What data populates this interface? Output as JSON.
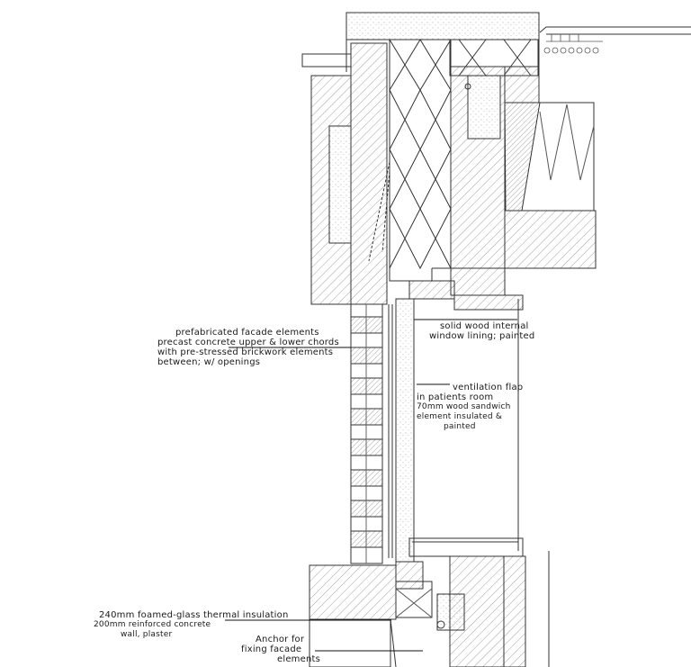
{
  "annotations": {
    "facade": {
      "line1": "prefabricated facade elements",
      "line2": "precast concrete upper & lower chords",
      "line3": "with pre-stressed brickwork elements",
      "line4": "between; w/ openings"
    },
    "lining": {
      "line1": "solid wood internal",
      "line2": "window lining; painted"
    },
    "flap": {
      "line1": "ventilation flap",
      "line2": "in patients room",
      "line3": "70mm wood sandwich",
      "line4": "element insulated &",
      "line5": "painted"
    },
    "insulation": {
      "line1": "240mm foamed-glass thermal insulation",
      "line2": "200mm reinforced concrete",
      "line3": "wall, plaster"
    },
    "anchor": {
      "line1": "Anchor for",
      "line2": "fixing facade",
      "line3": "elements"
    }
  }
}
